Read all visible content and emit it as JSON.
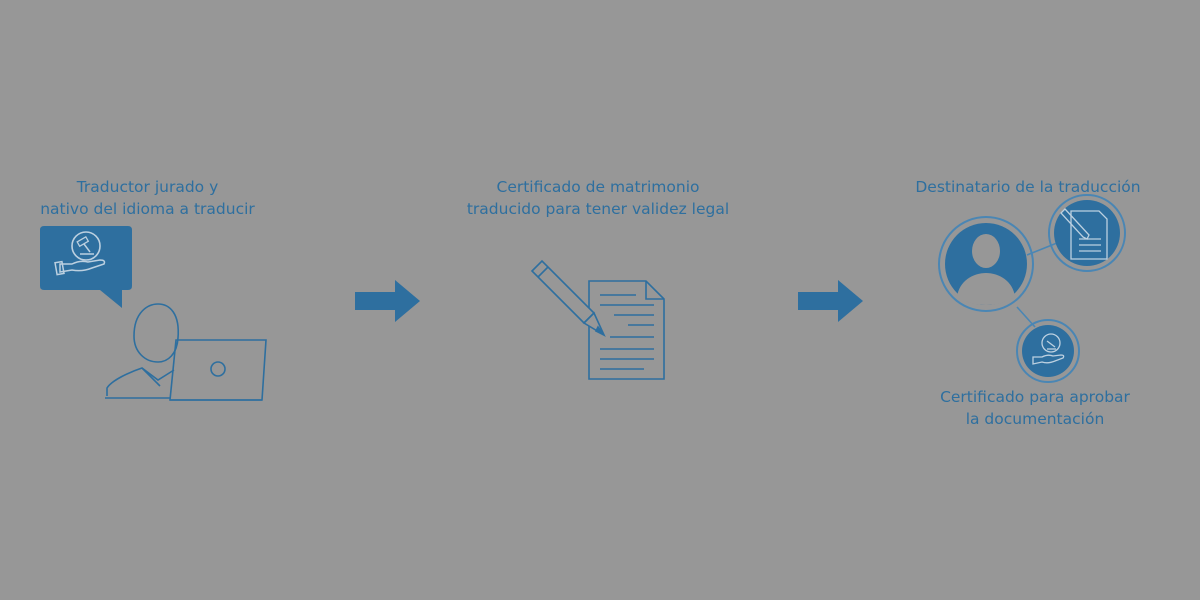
{
  "steps": [
    {
      "label_lines": [
        "Traductor jurado y",
        "nativo del idioma a traducir"
      ],
      "icons": [
        "speech-bubble-icon",
        "hand-gavel-icon",
        "person-laptop-icon"
      ]
    },
    {
      "label_lines": [
        "Certificado de matrimonio",
        "traducido para tener validez legal"
      ],
      "icons": [
        "pencil-icon",
        "document-icon"
      ]
    },
    {
      "label_lines": [
        "Destinatario de la traducción"
      ],
      "sub_label_lines": [
        "Certificado para aprobar",
        "la documentación"
      ],
      "icons": [
        "user-avatar-icon",
        "signed-document-icon",
        "hand-gavel-icon"
      ]
    }
  ],
  "arrows": [
    "arrow-right-icon",
    "arrow-right-icon"
  ],
  "colors": {
    "background": "#979797",
    "accent": "#2e6f9f",
    "accent_dark": "#2a6592",
    "accent_light": "#4a86b4"
  }
}
